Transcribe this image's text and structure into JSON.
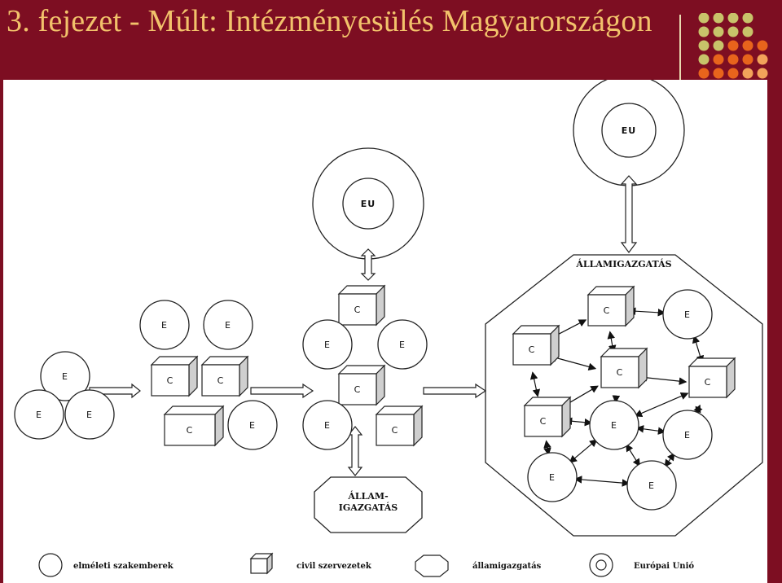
{
  "slide": {
    "title": "3. fejezet - Múlt: Intézményesülés Magyarországon"
  },
  "theme": {
    "background": "#7d0e22",
    "title_color": "#f2c26b",
    "dot_colors": [
      "#c8c36a",
      "#e8641c",
      "#f2a35a"
    ]
  },
  "diagram": {
    "node_labels": {
      "expert": "E",
      "civil": "C",
      "eu": "EU"
    },
    "state_box": [
      "ÁLLAM-",
      "IGAZGATÁS"
    ],
    "octagon_label": "ÁLLAMIGAZGATÁS"
  },
  "legend": {
    "expert": "elméleti szakemberek",
    "civil": "civil szervezetek",
    "state": "államigazgatás",
    "eu": "Európai Unió"
  }
}
